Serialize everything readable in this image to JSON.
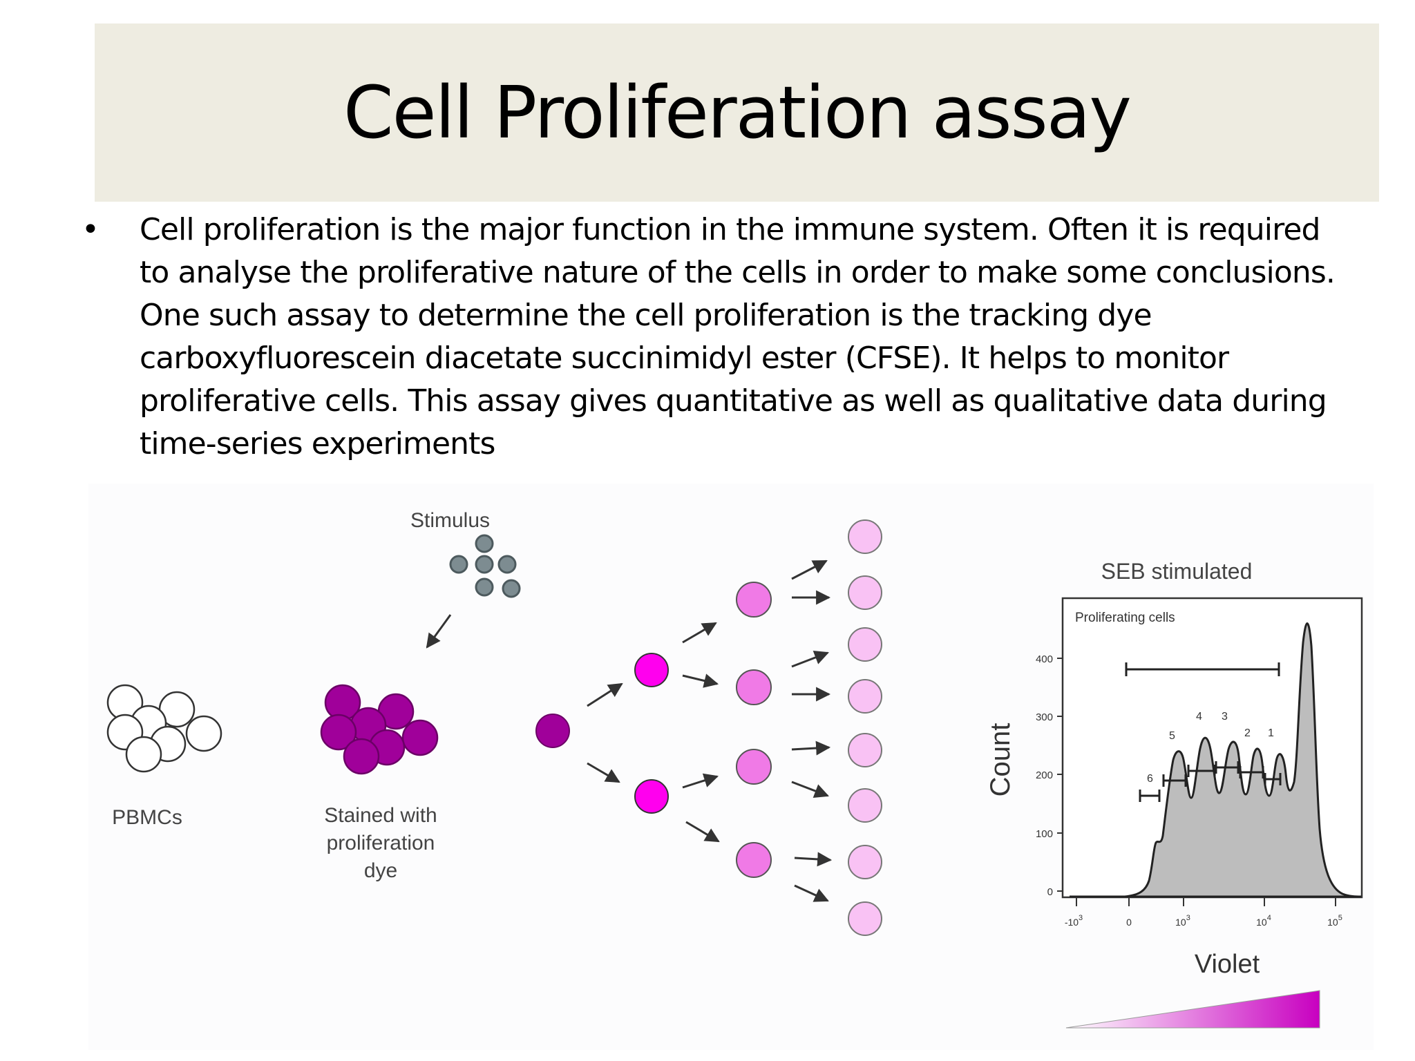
{
  "slide": {
    "title": "Cell Proliferation assay",
    "bullet_text": "Cell proliferation is the major function in the immune system. Often it is required\nto analyse the proliferative nature of the cells in order to make some conclusions.\nOne such assay to determine the cell proliferation is the tracking dye\ncarboxyfluorescein diacetate succinimidyl ester (CFSE). It helps to monitor\nproliferative cells. This assay gives quantitative as well as qualitative data during\ntime-series experiments"
  },
  "figure": {
    "stimulus_label": "Stimulus",
    "pbmcs_label": "PBMCs",
    "stained_label_line1": "Stained with",
    "stained_label_line2": "proliferation",
    "stained_label_line3": "dye",
    "colors": {
      "dye_dark": "#a0009a",
      "gen1": "#ff00ee",
      "gen2": "#f07ae6",
      "gen3": "#f9c2f4",
      "histogram_fill": "#bdbdbd"
    }
  },
  "histogram": {
    "title": "SEB stimulated",
    "gate_label": "Proliferating cells",
    "ylabel": "Count",
    "xlabel": "Violet",
    "y_ticks": [
      "0",
      "100",
      "200",
      "300",
      "400"
    ],
    "x_ticks": [
      "-10",
      "0",
      "10",
      "10",
      "10"
    ],
    "x_tick_exponents": [
      "3",
      "",
      "3",
      "4",
      "5"
    ],
    "peak_labels": [
      "6",
      "5",
      "4",
      "3",
      "2",
      "1"
    ]
  }
}
